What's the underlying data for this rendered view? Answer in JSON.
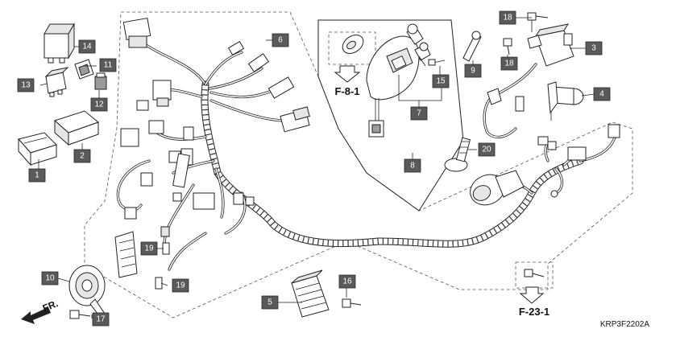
{
  "callouts": [
    {
      "id": "1",
      "label": "1"
    },
    {
      "id": "2",
      "label": "2"
    },
    {
      "id": "3",
      "label": "3"
    },
    {
      "id": "4",
      "label": "4"
    },
    {
      "id": "5",
      "label": "5"
    },
    {
      "id": "6",
      "label": "6"
    },
    {
      "id": "7",
      "label": "7"
    },
    {
      "id": "8",
      "label": "8"
    },
    {
      "id": "9",
      "label": "9"
    },
    {
      "id": "10",
      "label": "10"
    },
    {
      "id": "11",
      "label": "11"
    },
    {
      "id": "12",
      "label": "12"
    },
    {
      "id": "13",
      "label": "13"
    },
    {
      "id": "14",
      "label": "14"
    },
    {
      "id": "15",
      "label": "15"
    },
    {
      "id": "16",
      "label": "16"
    },
    {
      "id": "17",
      "label": "17"
    },
    {
      "id": "18a",
      "label": "18"
    },
    {
      "id": "18b",
      "label": "18"
    },
    {
      "id": "19a",
      "label": "19"
    },
    {
      "id": "19b",
      "label": "19"
    },
    {
      "id": "20",
      "label": "20"
    }
  ],
  "references": {
    "f81": "F-8-1",
    "f231": "F-23-1"
  },
  "front_label": "FR.",
  "diagram_code": "KRP3F2202A"
}
